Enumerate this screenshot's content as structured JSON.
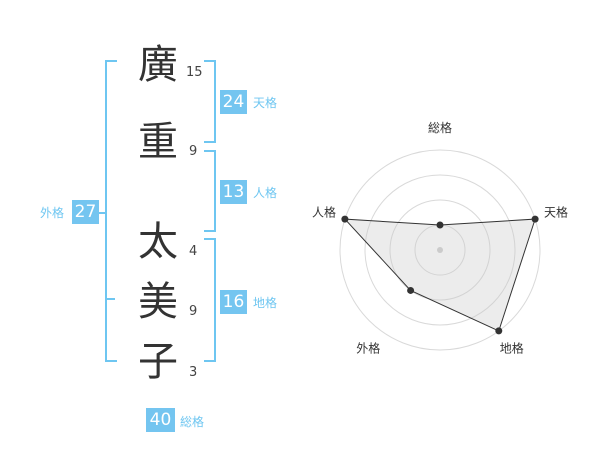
{
  "name": {
    "characters": [
      {
        "char": "廣",
        "strokes": "15"
      },
      {
        "char": "重",
        "strokes": "9"
      },
      {
        "char": "太",
        "strokes": "4"
      },
      {
        "char": "美",
        "strokes": "9"
      },
      {
        "char": "子",
        "strokes": "3"
      }
    ]
  },
  "grids": {
    "tenkaku": {
      "value": "24",
      "label": "天格"
    },
    "jinkaku": {
      "value": "13",
      "label": "人格"
    },
    "chikaku": {
      "value": "16",
      "label": "地格"
    },
    "gaikaku": {
      "value": "27",
      "label": "外格"
    },
    "soukaku": {
      "value": "40",
      "label": "総格"
    }
  },
  "colors": {
    "accent": "#74c5f0",
    "bracket": "#6ec6f1",
    "text": "#333333"
  },
  "chart_data": {
    "type": "radar",
    "axes": [
      "総格",
      "天格",
      "地格",
      "外格",
      "人格"
    ],
    "values": [
      1,
      4,
      4,
      2,
      4
    ],
    "max": 4,
    "rings": 4
  }
}
